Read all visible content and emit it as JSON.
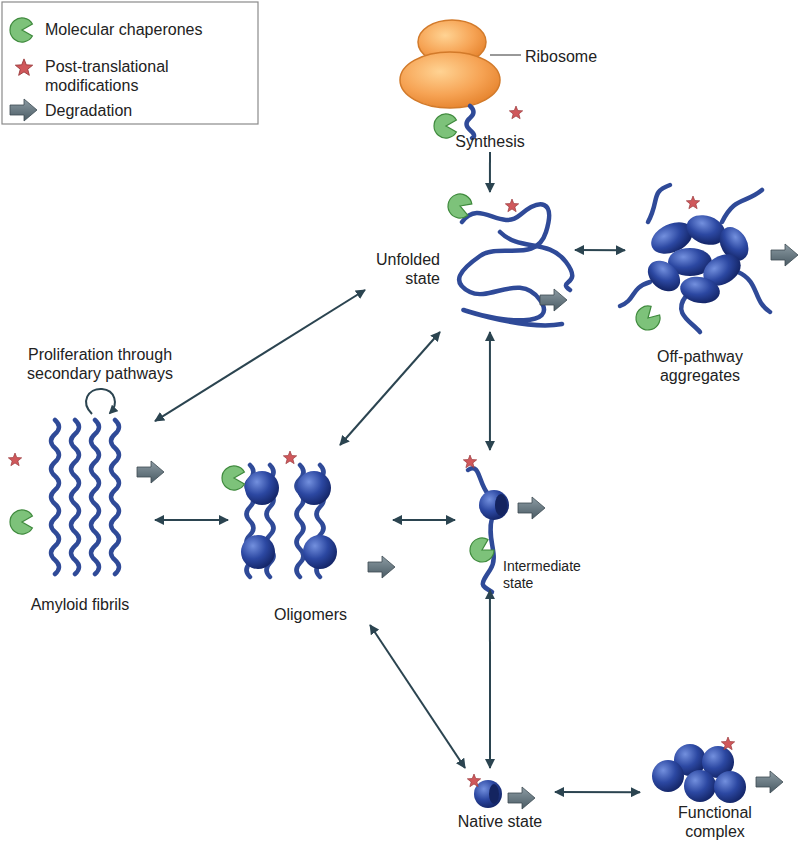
{
  "diagram": {
    "nodes": [
      {
        "text": [
          "Ribosome",
          "Synthesis"
        ]
      },
      {
        "text": [
          "Unfolded state"
        ]
      },
      {
        "text": [
          "Off-pathway aggregates"
        ]
      },
      {
        "text": [
          "Amyloid fibrils"
        ]
      },
      {
        "text": [
          "Oligomers"
        ]
      },
      {
        "text": [
          "Intermediate state"
        ]
      },
      {
        "text": [
          "Native state"
        ]
      },
      {
        "text": [
          "Functional complex"
        ]
      }
    ],
    "edges": [
      {
        "from": 0,
        "to": 1,
        "arrow": "to"
      },
      {
        "from": 1,
        "to": 2,
        "arrow": "both"
      },
      {
        "from": 1,
        "to": 3,
        "arrow": "both"
      },
      {
        "from": 1,
        "to": 4,
        "arrow": "both"
      },
      {
        "from": 1,
        "to": 5,
        "arrow": "both"
      },
      {
        "from": 3,
        "to": 4,
        "arrow": "both"
      },
      {
        "from": 4,
        "to": 5,
        "arrow": "both"
      },
      {
        "from": 4,
        "to": 6,
        "arrow": "both"
      },
      {
        "from": 5,
        "to": 6,
        "arrow": "both"
      },
      {
        "from": 6,
        "to": 7,
        "arrow": "both"
      }
    ],
    "labels": [
      "Proliferation through secondary pathways"
    ],
    "legend": [
      {
        "text": "Molecular chaperones"
      },
      {
        "text": "Post-translational modifications"
      },
      {
        "text": "Degradation"
      }
    ]
  }
}
